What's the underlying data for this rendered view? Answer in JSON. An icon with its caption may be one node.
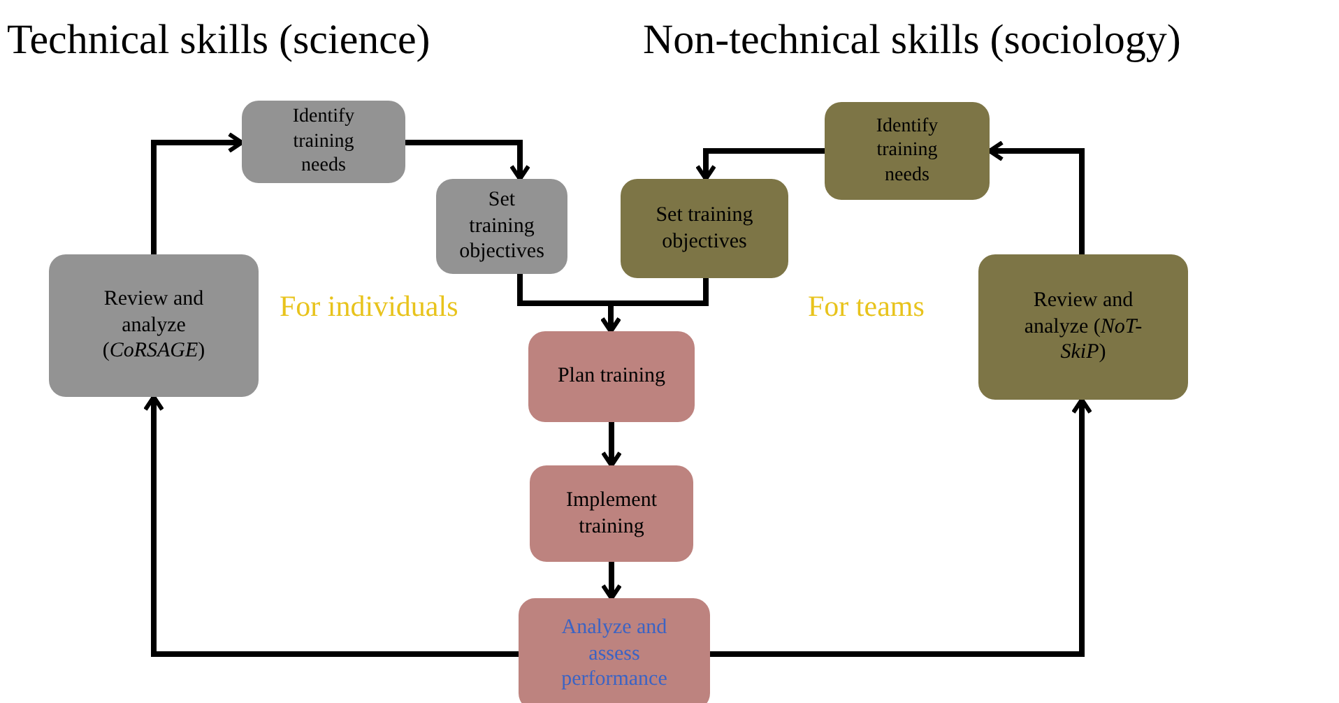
{
  "diagram": {
    "nodes": [
      {
        "text": [
          "Identify training needs"
        ]
      },
      {
        "text": [
          "Set training objectives"
        ]
      },
      {
        "text": [
          "Review and analyze (*CoRSAGE*)"
        ]
      },
      {
        "text": [
          "Identify training needs"
        ]
      },
      {
        "text": [
          "Set training objectives"
        ]
      },
      {
        "text": [
          "Review and analyze (*NoT-SkiP*)"
        ]
      },
      {
        "text": [
          "Plan training"
        ]
      },
      {
        "text": [
          "Implement training"
        ]
      },
      {
        "text": [
          "Analyze and assess performance"
        ]
      }
    ],
    "edges": [
      {
        "from": 2,
        "to": 0,
        "arrow": "to"
      },
      {
        "from": 0,
        "to": 1,
        "arrow": "to"
      },
      {
        "from": 1,
        "to": 6,
        "arrow": "to"
      },
      {
        "from": 5,
        "to": 3,
        "arrow": "to"
      },
      {
        "from": 3,
        "to": 4,
        "arrow": "to"
      },
      {
        "from": 4,
        "to": 6,
        "arrow": "to"
      },
      {
        "from": 6,
        "to": 7,
        "arrow": "to"
      },
      {
        "from": 7,
        "to": 8,
        "arrow": "to"
      },
      {
        "from": 8,
        "to": 2,
        "arrow": "to"
      },
      {
        "from": 8,
        "to": 5,
        "arrow": "to"
      }
    ],
    "labels": [
      "Technical skills (science)",
      "Non-technical skills (sociology)",
      "For individuals",
      "For teams"
    ]
  }
}
